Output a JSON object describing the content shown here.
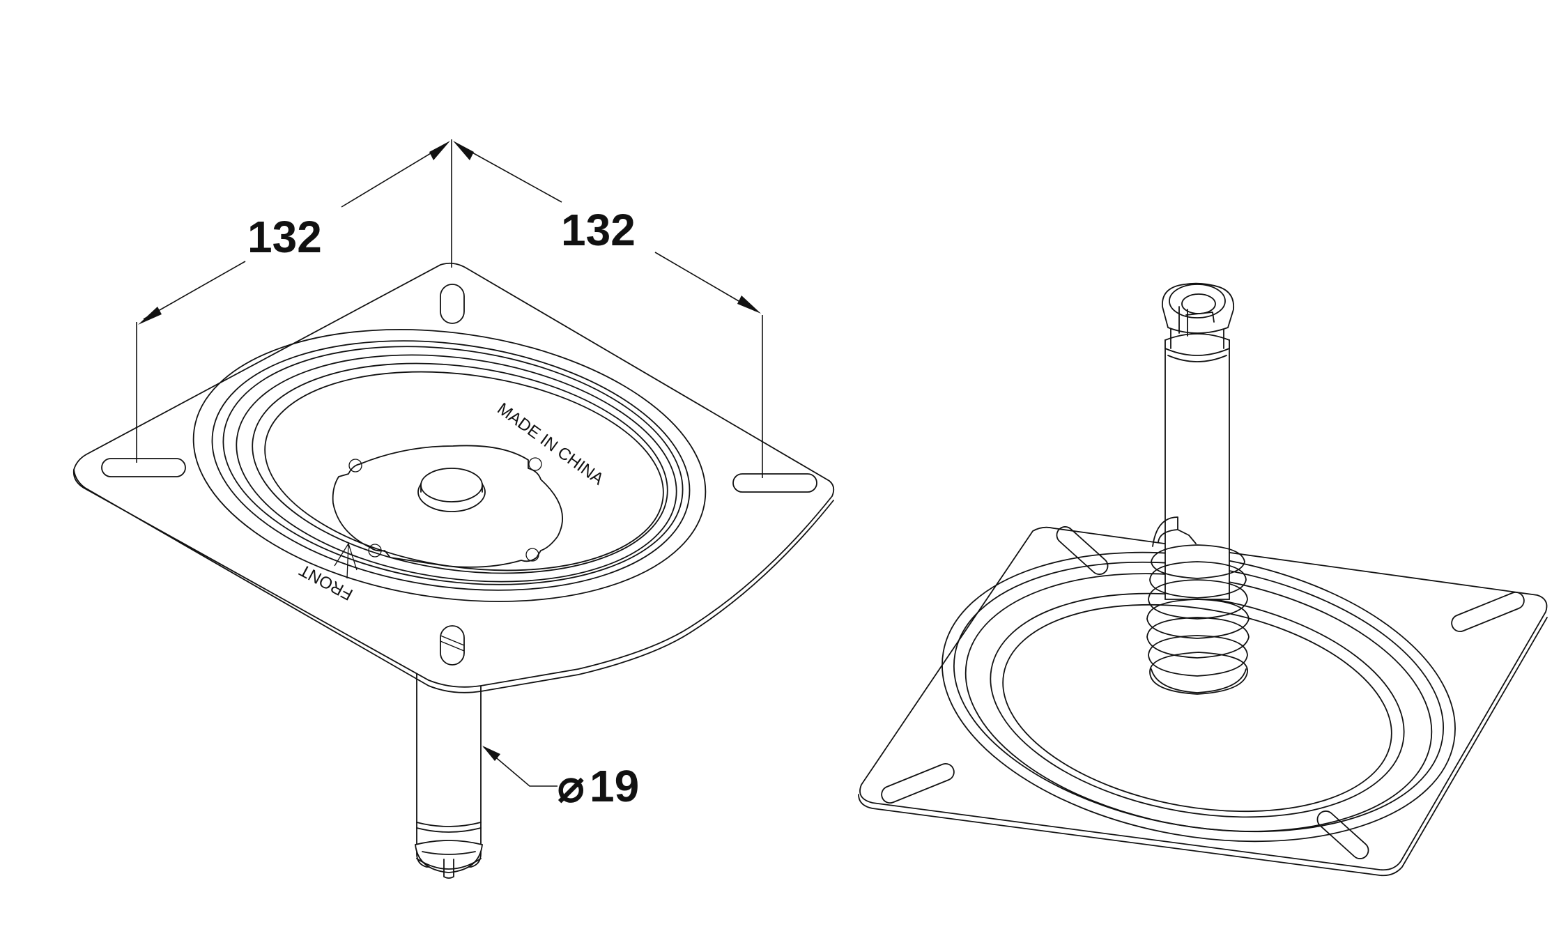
{
  "dimensions": {
    "width_left": "132",
    "width_right": "132",
    "shaft_diameter": "19",
    "diameter_symbol": "⌀"
  },
  "engravings": {
    "made_in": "MADE IN CHINA",
    "front": "FRONT"
  }
}
